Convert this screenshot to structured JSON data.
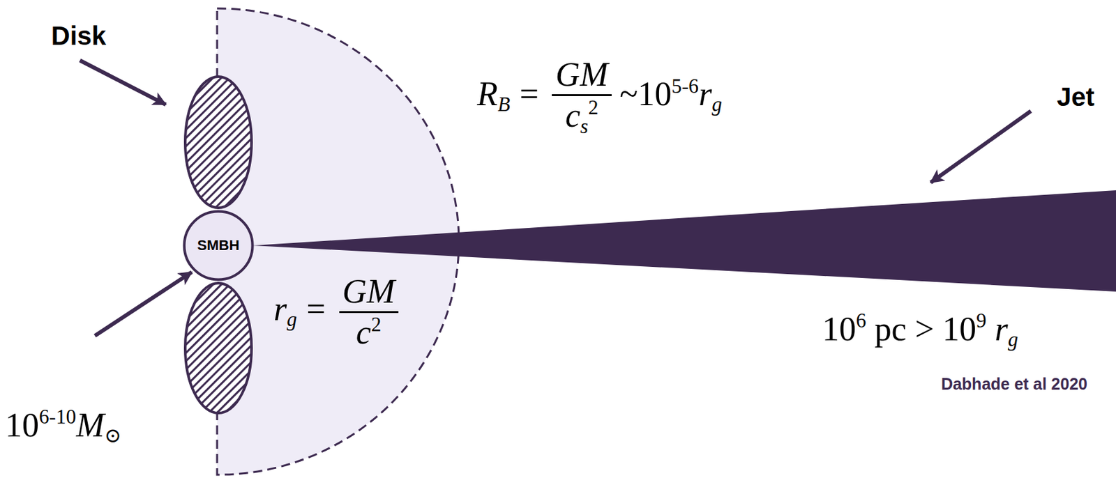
{
  "diagram": {
    "nodes": [
      {
        "text": [
          "SMBH"
        ]
      }
    ],
    "labels": [
      "Disk",
      "Jet",
      "R",
      "B",
      "=",
      "GM",
      "c",
      "s",
      "2",
      "~10",
      "5-6",
      "r",
      "g",
      "r",
      "g",
      "=",
      "GM",
      "c",
      "2",
      "10",
      "6-10",
      "M",
      "⊙",
      "10",
      "6",
      "pc > 10",
      "9",
      "r",
      "g",
      "Dabhade et al 2020"
    ]
  }
}
